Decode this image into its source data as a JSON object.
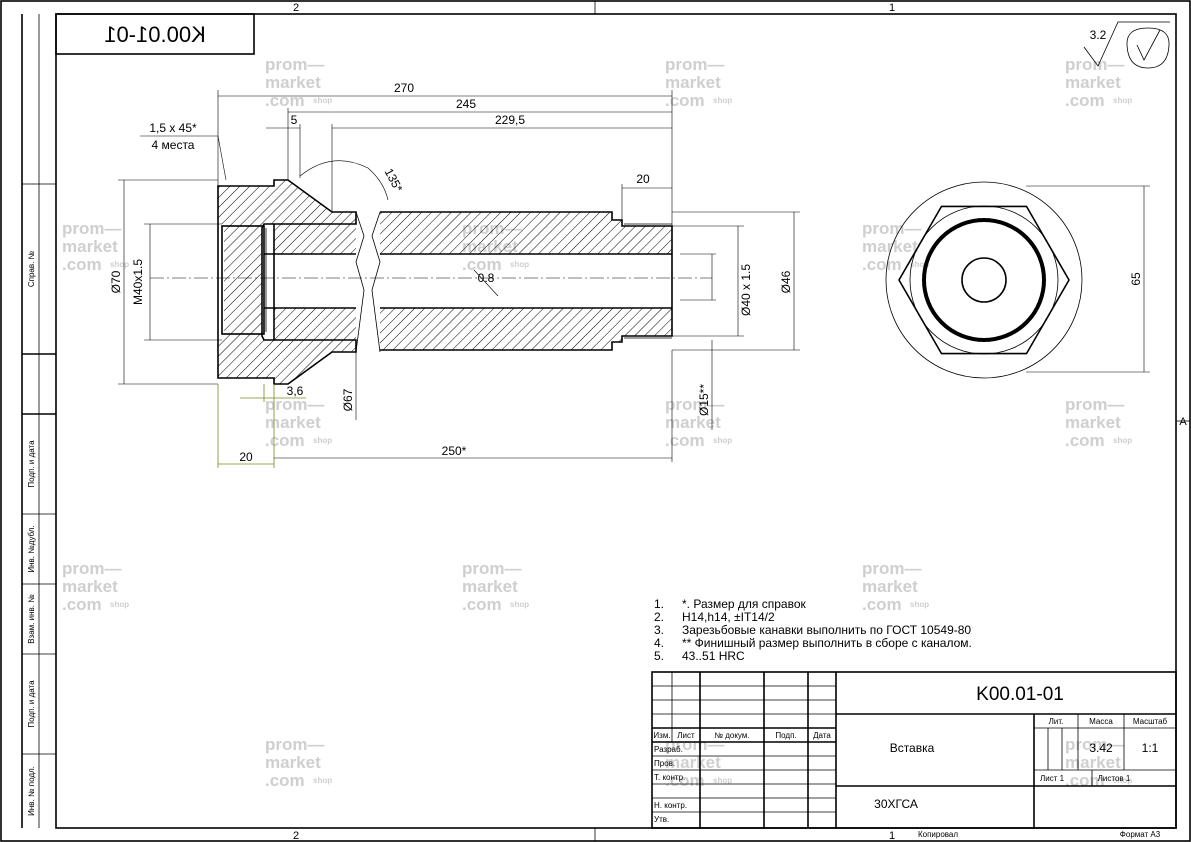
{
  "sheet": {
    "zone_top_left": "2",
    "zone_top_right": "1",
    "zone_bottom_left": "2",
    "zone_bottom_right": "1",
    "zone_right": "A",
    "mirrored_designation": "K00.01-01",
    "roughness": "3.2",
    "copied_label": "Копировал",
    "format_label": "Формат А3"
  },
  "side_strip": {
    "sprav_no": "Справ. №",
    "podp_data_1": "Подп. и дата",
    "inv_dubl": "Инв. №дубл.",
    "vzam_inv": "Взам. инв. №",
    "podp_data_2": "Подп. и дата",
    "inv_podl": "Инв. № подл."
  },
  "dimensions": {
    "d270": "270",
    "d245": "245",
    "d229": "229,5",
    "d5": "5",
    "chamfer": "1,5 x 45*",
    "chamfer_places": "4 места",
    "angle": "135*",
    "d20_top": "20",
    "dia70": "Ø70",
    "m40": "M40x1.5",
    "dia40": "Ø40 x 1.5",
    "dia46": "Ø46",
    "r08": "0.8",
    "d36": "3,6",
    "dia67": "Ø67",
    "dia15": "Ø15**",
    "d20_bottom": "20",
    "d250": "250*",
    "d65": "65"
  },
  "notes": [
    {
      "num": "1.",
      "text": "*. Размер для справок"
    },
    {
      "num": "2.",
      "text": "H14,h14, ±IT14/2"
    },
    {
      "num": "3.",
      "text": "Зарезьбовые канавки выполнить по ГОСТ 10549-80"
    },
    {
      "num": "4.",
      "text": "** Финишный размер выполнить в сборе с каналом."
    },
    {
      "num": "5.",
      "text": "43..51 HRC"
    }
  ],
  "title_block": {
    "designation": "K00.01-01",
    "name": "Вставка",
    "material": "30ХГСА",
    "lit_label": "Лит.",
    "mass_label": "Масса",
    "scale_label": "Масштаб",
    "mass_value": "3.42",
    "scale_value": "1:1",
    "sheet_label": "Лист 1",
    "sheets_label": "Листов 1",
    "col_izm": "Изм.",
    "col_list": "Лист",
    "col_doc": "№ докум.",
    "col_podp": "Подп.",
    "col_data": "Дата",
    "row_razrab": "Разраб.",
    "row_prov": "Пров.",
    "row_tkontr": "Т. контр.",
    "row_nkontr": "Н. контр.",
    "row_utv": "Утв."
  },
  "watermark": {
    "line1": "prom—",
    "line2": "market",
    "line3": ".com",
    "suffix": "shop"
  }
}
